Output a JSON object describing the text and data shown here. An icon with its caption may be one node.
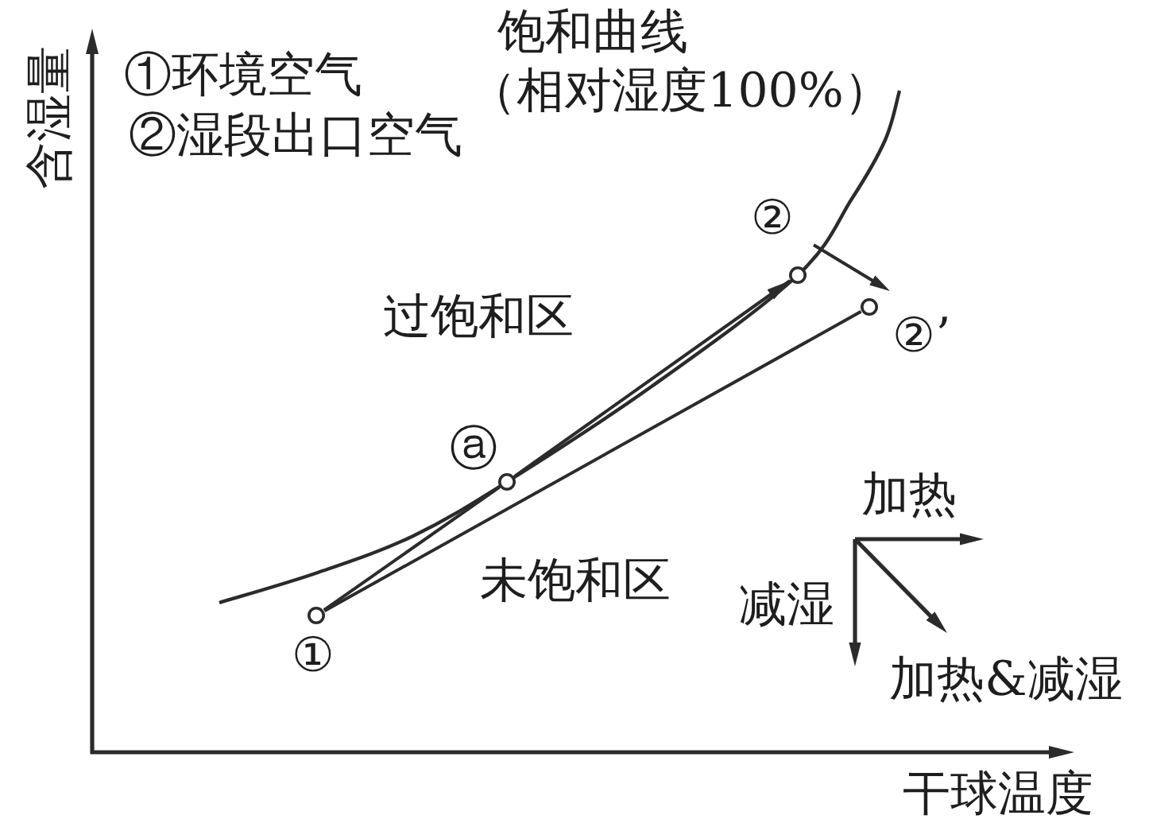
{
  "diagram": {
    "nodes": [
      {
        "text": [],
        "shape": "circle",
        "beside": [
          "①"
        ]
      },
      {
        "text": [],
        "shape": "circle",
        "beside": [
          "ⓐ"
        ]
      },
      {
        "text": [],
        "shape": "circle",
        "beside": [
          "②"
        ]
      },
      {
        "text": [],
        "shape": "circle",
        "beside": [
          "②’"
        ]
      }
    ],
    "edges": [
      {
        "from": 0,
        "to": 1,
        "arrow": "none"
      },
      {
        "from": 1,
        "to": 2,
        "arrow": "to"
      },
      {
        "from": 0,
        "to": 3,
        "arrow": "none"
      }
    ],
    "labels": [
      "饱和曲线",
      "①环境空气",
      "（相对湿度100%）",
      "含湿量",
      "②湿段出口空气",
      "过饱和区",
      "加热",
      "未饱和区",
      "减湿",
      "加热&减湿",
      "干球温度"
    ]
  }
}
